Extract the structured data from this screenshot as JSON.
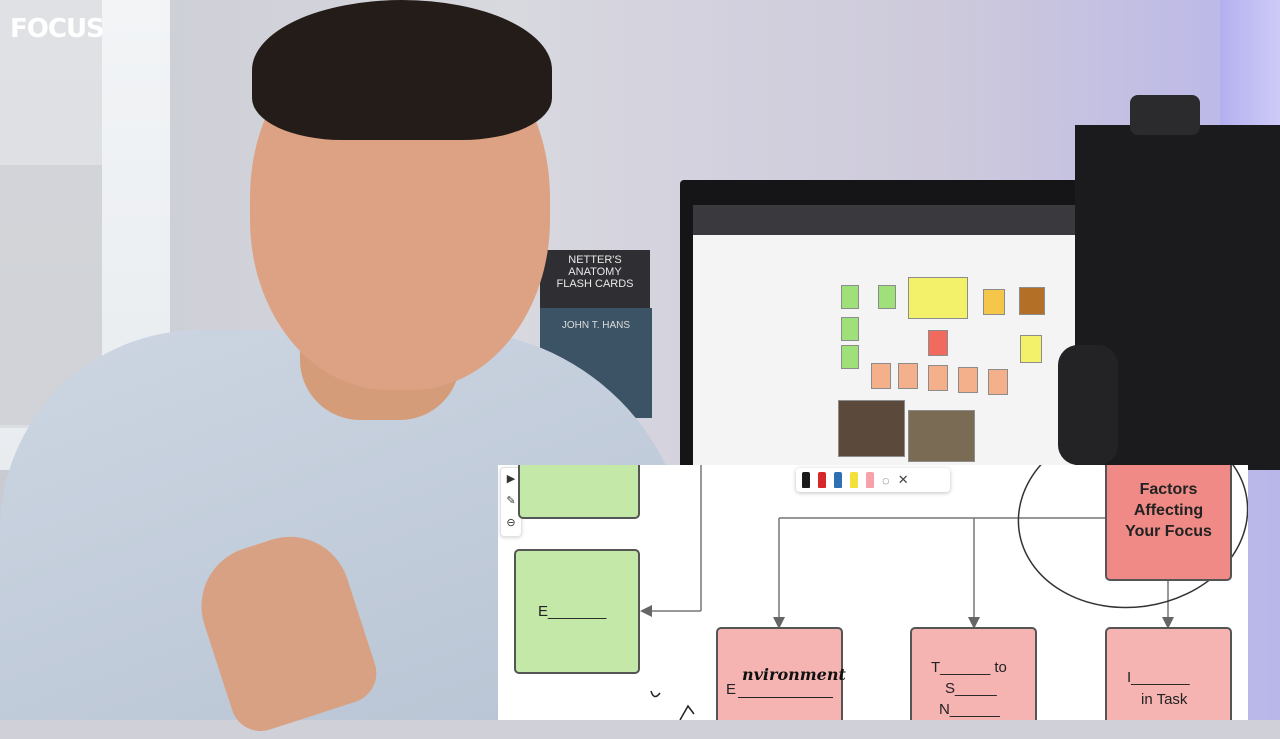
{
  "logo": {
    "text": "FOCUS"
  },
  "books": {
    "title_1": "NETTER'S",
    "title_2": "ANATOMY",
    "title_3": "FLASH CARDS",
    "author": "JOHN T. HANS"
  },
  "whiteboard": {
    "factors_lines": [
      "Factors",
      "Affecting",
      "Your Focus"
    ],
    "green_box_label": "E_______",
    "box_1_label": "E",
    "box_1_handwriting": "nvironment",
    "box_2_line_1": "T______ to",
    "box_2_line_2": "S_____",
    "box_2_line_3": "N______",
    "box_3_line_1": "I_______",
    "box_3_line_2": "in Task"
  },
  "pen_colors": [
    "#1a1a1a",
    "#d62828",
    "#2f6fb4",
    "#f3e03b",
    "#f7a1a8"
  ],
  "colors": {
    "green_box": "#c4e8a8",
    "pink_box": "#f5b4b2",
    "red_box": "#ef8a86"
  }
}
